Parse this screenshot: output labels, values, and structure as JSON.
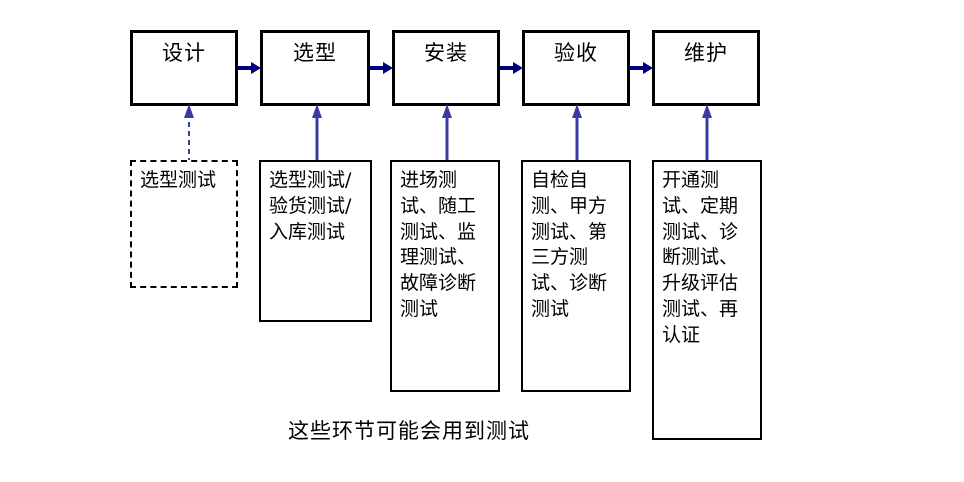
{
  "diagram": {
    "title_caption": "这些环节可能会用到测试",
    "colors": {
      "box_border": "#000000",
      "arrow_horizontal": "#000080",
      "arrow_vertical": "#3B3BA0",
      "background": "#ffffff",
      "text": "#000000"
    },
    "stages": [
      {
        "id": "design",
        "label": "设计"
      },
      {
        "id": "selection",
        "label": "选型"
      },
      {
        "id": "installation",
        "label": "安装"
      },
      {
        "id": "acceptance",
        "label": "验收"
      },
      {
        "id": "maintenance",
        "label": "维护"
      }
    ],
    "details": [
      {
        "id": "detail-design",
        "text": "选型测试",
        "style": "dashed"
      },
      {
        "id": "detail-selection",
        "text": "选型测试/验货测试/入库测试",
        "style": "solid"
      },
      {
        "id": "detail-installation",
        "text": "进场测试、随工测试、监理测试、故障诊断测试",
        "style": "solid"
      },
      {
        "id": "detail-acceptance",
        "text": "自检自测、甲方测试、第三方测试、诊断测试",
        "style": "solid"
      },
      {
        "id": "detail-maintenance",
        "text": "开通测试、定期测试、诊断测试、升级评估测试、再认证",
        "style": "solid"
      }
    ],
    "connectors": [
      {
        "id": "arrow-design-to-selection",
        "type": "horizontal",
        "style": "solid"
      },
      {
        "id": "arrow-selection-to-installation",
        "type": "horizontal",
        "style": "solid"
      },
      {
        "id": "arrow-installation-to-acceptance",
        "type": "horizontal",
        "style": "solid"
      },
      {
        "id": "arrow-acceptance-to-maintenance",
        "type": "horizontal",
        "style": "solid"
      },
      {
        "id": "arrow-detail-design-up",
        "type": "vertical",
        "style": "dashed"
      },
      {
        "id": "arrow-detail-selection-up",
        "type": "vertical",
        "style": "solid"
      },
      {
        "id": "arrow-detail-installation-up",
        "type": "vertical",
        "style": "solid"
      },
      {
        "id": "arrow-detail-acceptance-up",
        "type": "vertical",
        "style": "solid"
      },
      {
        "id": "arrow-detail-maintenance-up",
        "type": "vertical",
        "style": "solid"
      }
    ]
  }
}
